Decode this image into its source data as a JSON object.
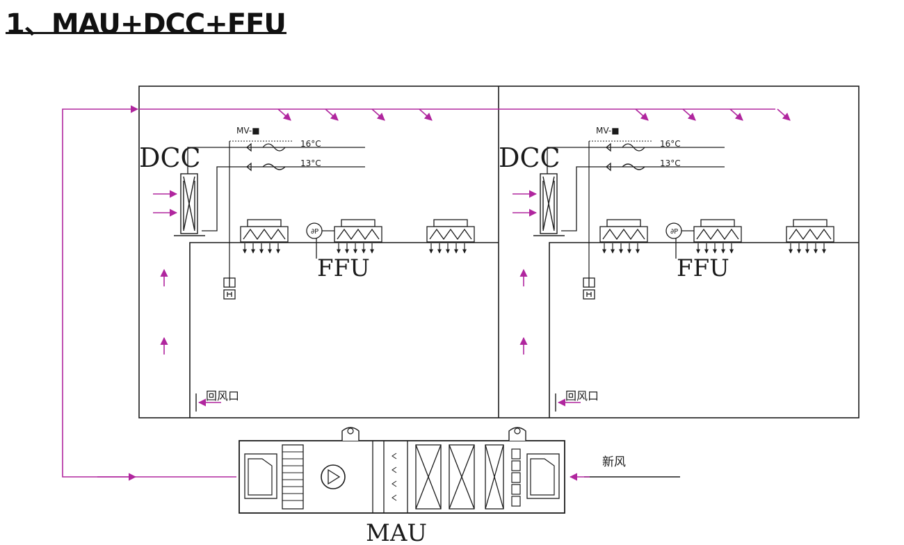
{
  "title": "1、MAU+DCC+FFU",
  "colors": {
    "line": "#1a1a1a",
    "airflow": "#b0269e"
  },
  "rooms": [
    {
      "dcc_label": "DCC",
      "valve_label": "MV-■",
      "temp_high": "16°C",
      "temp_low": "13°C",
      "ffu_label": "FFU",
      "return_label": "回风口"
    },
    {
      "dcc_label": "DCC",
      "valve_label": "MV-■",
      "temp_high": "16°C",
      "temp_low": "13°C",
      "ffu_label": "FFU",
      "return_label": "回风口"
    }
  ],
  "mau_label": "MAU",
  "fresh_air_label": "新风"
}
